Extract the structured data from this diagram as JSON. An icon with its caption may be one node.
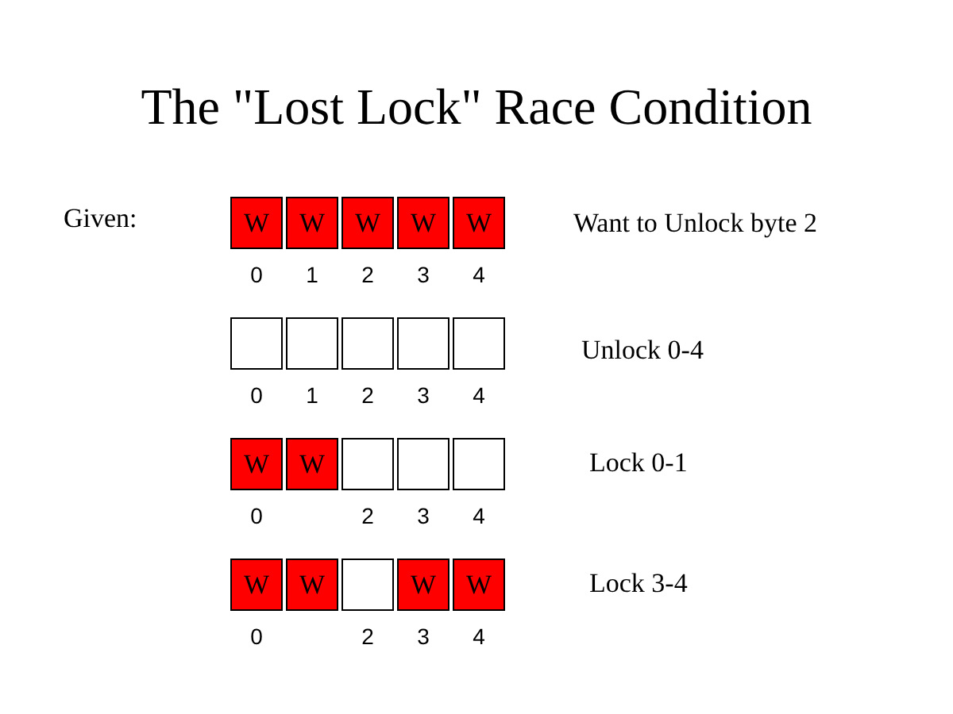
{
  "diagram": {
    "title": "The \"Lost Lock\" Race Condition",
    "nodes": [
      {
        "text": [
          "W"
        ],
        "beside": [
          "0"
        ]
      },
      {
        "text": [
          "W"
        ],
        "beside": [
          "1"
        ]
      },
      {
        "text": [
          "W"
        ],
        "beside": [
          "2"
        ]
      },
      {
        "text": [
          "W"
        ],
        "beside": [
          "3"
        ]
      },
      {
        "text": [
          "W"
        ],
        "beside": [
          "4"
        ]
      },
      {
        "text": [],
        "shape": "box",
        "beside": [
          "0"
        ]
      },
      {
        "text": [],
        "shape": "box",
        "beside": [
          "1"
        ]
      },
      {
        "text": [],
        "shape": "box",
        "beside": [
          "2"
        ]
      },
      {
        "text": [],
        "shape": "box",
        "beside": [
          "3"
        ]
      },
      {
        "text": [],
        "shape": "box",
        "beside": [
          "4"
        ]
      },
      {
        "text": [
          "W"
        ],
        "beside": [
          "0"
        ]
      },
      {
        "text": [
          "W"
        ]
      },
      {
        "text": [],
        "shape": "box",
        "beside": [
          "2"
        ]
      },
      {
        "text": [],
        "shape": "box",
        "beside": [
          "3"
        ]
      },
      {
        "text": [],
        "shape": "box",
        "beside": [
          "4"
        ]
      },
      {
        "text": [
          "W"
        ],
        "beside": [
          "0"
        ]
      },
      {
        "text": [
          "W"
        ]
      },
      {
        "text": [],
        "shape": "box",
        "beside": [
          "2"
        ]
      },
      {
        "text": [
          "W"
        ],
        "beside": [
          "3"
        ]
      },
      {
        "text": [
          "W"
        ],
        "beside": [
          "4"
        ]
      }
    ],
    "labels": [
      "Given:",
      "Want to Unlock byte 2",
      "Unlock 0-4",
      "Lock 0-1",
      "Lock 3-4"
    ]
  }
}
